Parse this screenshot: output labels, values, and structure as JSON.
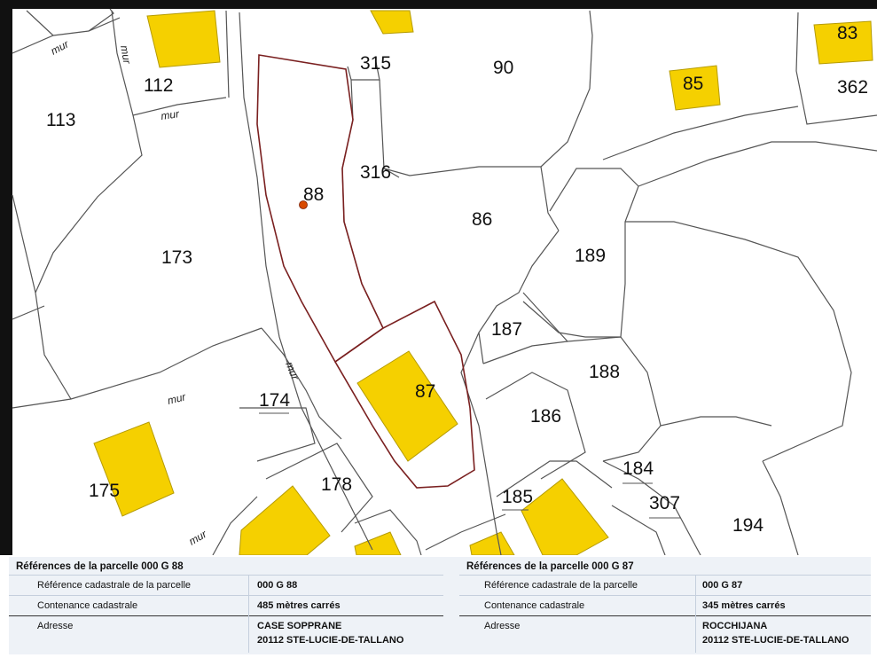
{
  "map": {
    "parcels": [
      "83",
      "90",
      "85",
      "315",
      "112",
      "362",
      "113",
      "316",
      "88",
      "86",
      "173",
      "189",
      "187",
      "188",
      "174",
      "87",
      "186",
      "175",
      "178",
      "184",
      "185",
      "307",
      "194"
    ],
    "wall_label": "mur",
    "colors": {
      "building": "#f5d000",
      "outline_selected": "#7a2020",
      "line": "#444444",
      "marker": "#d84a00"
    }
  },
  "parcel_left": {
    "title": "Références de la parcelle 000 G 88",
    "rows": [
      {
        "label": "Référence cadastrale de la parcelle",
        "value": "000 G 88"
      },
      {
        "label": "Contenance cadastrale",
        "value": "485 mètres carrés"
      },
      {
        "label": "Adresse",
        "value": "CASE SOPPRANE",
        "value2": "20112 STE-LUCIE-DE-TALLANO"
      }
    ]
  },
  "parcel_right": {
    "title": "Références de la parcelle 000 G 87",
    "rows": [
      {
        "label": "Référence cadastrale de la parcelle",
        "value": "000 G 87"
      },
      {
        "label": "Contenance cadastrale",
        "value": "345 mètres carrés"
      },
      {
        "label": "Adresse",
        "value": "ROCCHIJANA",
        "value2": "20112 STE-LUCIE-DE-TALLANO"
      }
    ]
  }
}
